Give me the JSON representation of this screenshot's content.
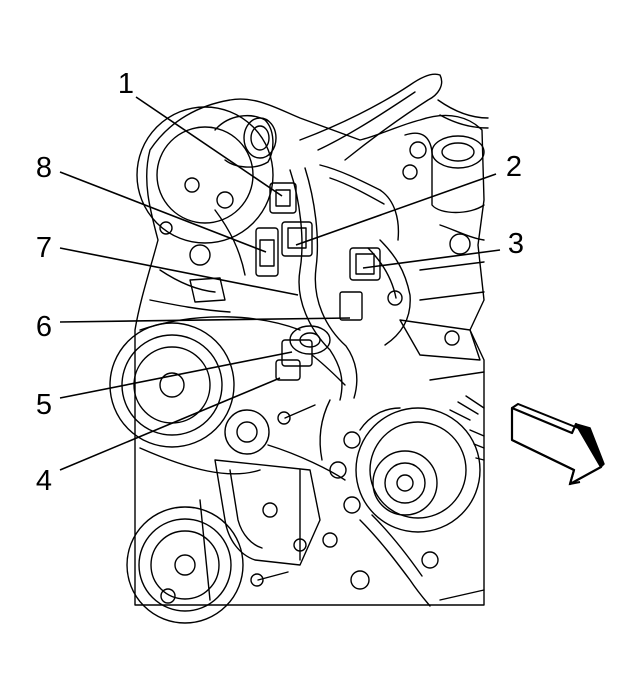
{
  "colors": {
    "background": "#ffffff",
    "line": "#000000",
    "arrow_fill": "#ffffff"
  },
  "callouts": [
    {
      "id": "1",
      "label": "1"
    },
    {
      "id": "2",
      "label": "2"
    },
    {
      "id": "3",
      "label": "3"
    },
    {
      "id": "4",
      "label": "4"
    },
    {
      "id": "5",
      "label": "5"
    },
    {
      "id": "6",
      "label": "6"
    },
    {
      "id": "7",
      "label": "7"
    },
    {
      "id": "8",
      "label": "8"
    }
  ],
  "direction_arrow": {
    "icon": "direction-arrow-icon"
  }
}
